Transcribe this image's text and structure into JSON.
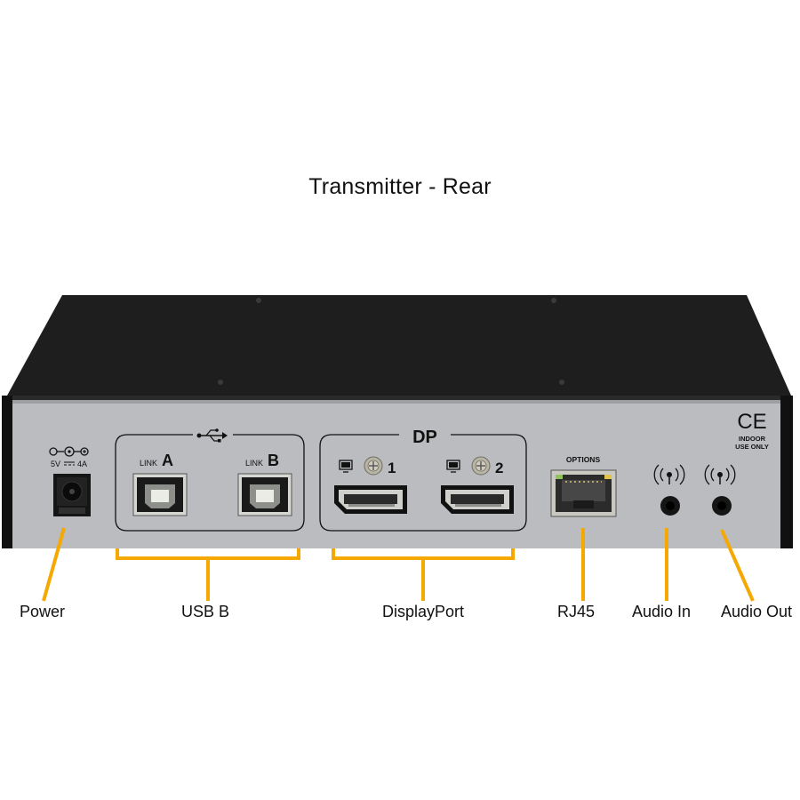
{
  "title": "Transmitter - Rear",
  "panel": {
    "power_rating_volts": "5V",
    "power_rating_amps": "4A",
    "usb_symbol": "usb-icon",
    "link_a_prefix": "LINK",
    "link_a_letter": "A",
    "link_b_prefix": "LINK",
    "link_b_letter": "B",
    "dp_heading": "DP",
    "dp_port_1": "1",
    "dp_port_2": "2",
    "options_label": "OPTIONS",
    "ce_mark": "CE",
    "indoor_line1": "INDOOR",
    "indoor_line2": "USE ONLY"
  },
  "callouts": {
    "power": "Power",
    "usb_b": "USB B",
    "displayport": "DisplayPort",
    "rj45": "RJ45",
    "audio_in": "Audio In",
    "audio_out": "Audio Out"
  },
  "colors": {
    "accent": "#F5A800",
    "chassis": "#1c1c1c",
    "faceplate": "#b9bbbe"
  }
}
